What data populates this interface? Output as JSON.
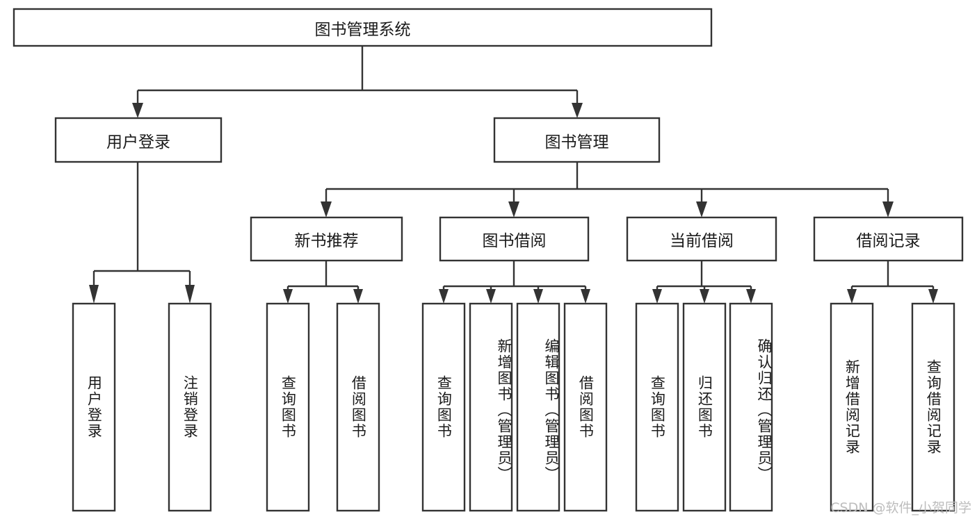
{
  "diagram": {
    "type": "tree",
    "title": "图书管理系统",
    "orientation": "top-down",
    "colors": {
      "box_fill": "#ffffff",
      "box_stroke": "#333333",
      "text": "#1a1a1a",
      "background": "#ffffff",
      "watermark": "#bdbdbd"
    },
    "root": {
      "label": "图书管理系统"
    },
    "level2": [
      {
        "label": "用户登录"
      },
      {
        "label": "图书管理"
      }
    ],
    "level3": [
      {
        "label": "新书推荐"
      },
      {
        "label": "图书借阅"
      },
      {
        "label": "当前借阅"
      },
      {
        "label": "借阅记录"
      }
    ],
    "leaves": {
      "user_login": [
        {
          "label": "用户登录"
        },
        {
          "label": "注销登录"
        }
      ],
      "new_book_recommend": [
        {
          "label": "查询图书"
        },
        {
          "label": "借阅图书"
        }
      ],
      "book_borrow": [
        {
          "label": "查询图书"
        },
        {
          "label": "新增图书（管理员）"
        },
        {
          "label": "编辑图书（管理员）"
        },
        {
          "label": "借阅图书"
        }
      ],
      "current_borrow": [
        {
          "label": "查询图书"
        },
        {
          "label": "归还图书"
        },
        {
          "label": "确认归还（管理员）"
        }
      ],
      "borrow_record": [
        {
          "label": "新增借阅记录"
        },
        {
          "label": "查询借阅记录"
        }
      ]
    }
  },
  "watermark": {
    "text": "CSDN @软件_小贺同学"
  }
}
